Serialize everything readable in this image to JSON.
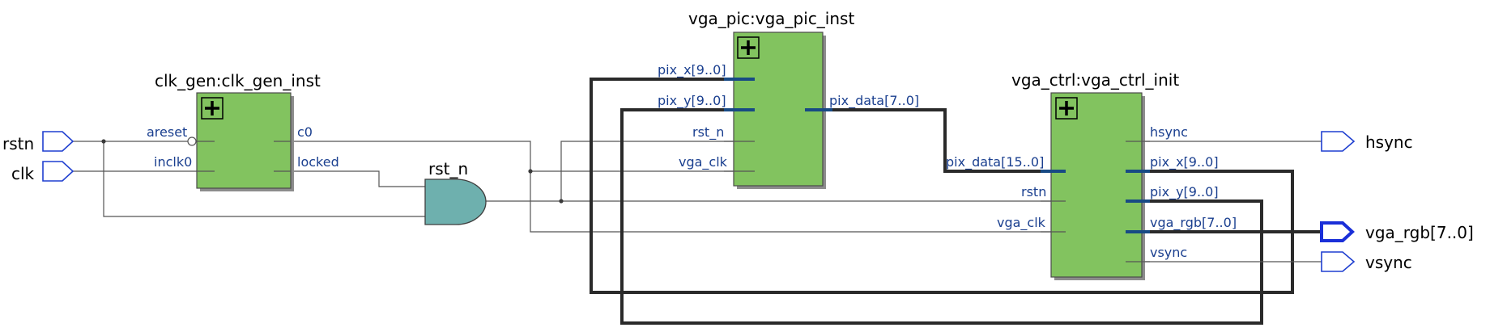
{
  "inputs": {
    "rstn": "rstn",
    "clk": "clk"
  },
  "outputs": {
    "hsync": "hsync",
    "vga_rgb": "vga_rgb[7..0]",
    "vsync": "vsync"
  },
  "clk_gen": {
    "title": "clk_gen:clk_gen_inst",
    "pins": {
      "areset": "areset",
      "inclk0": "inclk0",
      "c0": "c0",
      "locked": "locked"
    }
  },
  "and_gate": {
    "label": "rst_n"
  },
  "vga_pic": {
    "title": "vga_pic:vga_pic_inst",
    "pins": {
      "pix_x": "pix_x[9..0]",
      "pix_y": "pix_y[9..0]",
      "rst_n": "rst_n",
      "vga_clk": "vga_clk",
      "pix_data": "pix_data[7..0]"
    }
  },
  "vga_ctrl": {
    "title": "vga_ctrl:vga_ctrl_init",
    "pins": {
      "pix_data": "pix_data[15..0]",
      "rstn": "rstn",
      "vga_clk": "vga_clk",
      "hsync": "hsync",
      "pix_x": "pix_x[9..0]",
      "pix_y": "pix_y[9..0]",
      "vga_rgb": "vga_rgb[7..0]",
      "vsync": "vsync"
    }
  }
}
